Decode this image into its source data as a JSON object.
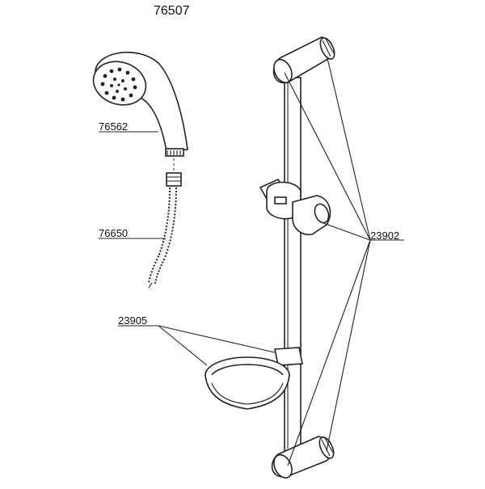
{
  "diagram": {
    "title": "76507",
    "parts": [
      {
        "id": "shower-head",
        "number": "76562"
      },
      {
        "id": "hose",
        "number": "76650"
      },
      {
        "id": "soap-dish",
        "number": "23905"
      },
      {
        "id": "rail-parts",
        "number": "23902"
      }
    ]
  }
}
